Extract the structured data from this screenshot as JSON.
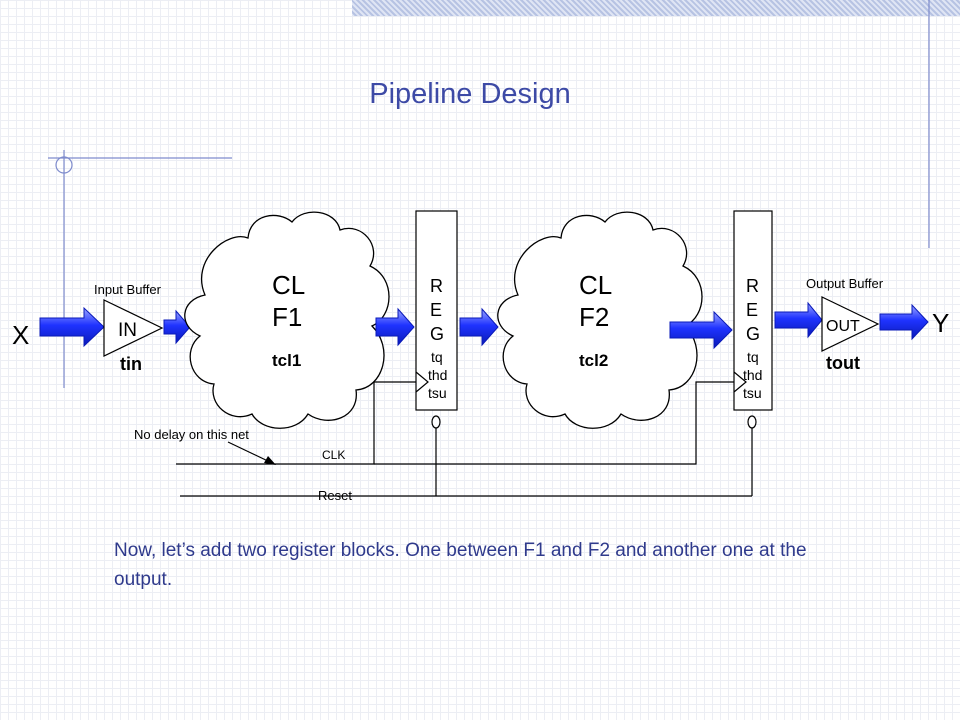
{
  "slide": {
    "title": "Pipeline Design",
    "caption": "Now,  let’s add two register blocks.  One between F1 and F2 and another one at the output."
  },
  "diagram": {
    "input_label": "X",
    "output_label": "Y",
    "input_buffer": {
      "caption": "Input Buffer",
      "name": "IN",
      "delay": "tin"
    },
    "output_buffer": {
      "caption": "Output Buffer",
      "name": "OUT",
      "delay": "tout"
    },
    "cloud1": {
      "line1": "CL",
      "line2": "F1",
      "delay": "tcl1"
    },
    "cloud2": {
      "line1": "CL",
      "line2": "F2",
      "delay": "tcl2"
    },
    "reg1": {
      "letters": [
        "R",
        "E",
        "G"
      ],
      "params": [
        "tq",
        "thd",
        "tsu"
      ]
    },
    "reg2": {
      "letters": [
        "R",
        "E",
        "G"
      ],
      "params": [
        "tq",
        "thd",
        "tsu"
      ]
    },
    "clk_label": "CLK",
    "reset_label": "Reset",
    "note": "No delay on this net"
  },
  "colors": {
    "accent_blue": "#1f33ff",
    "title_blue": "#3d4aa6",
    "text_blue": "#2f3a8c"
  }
}
